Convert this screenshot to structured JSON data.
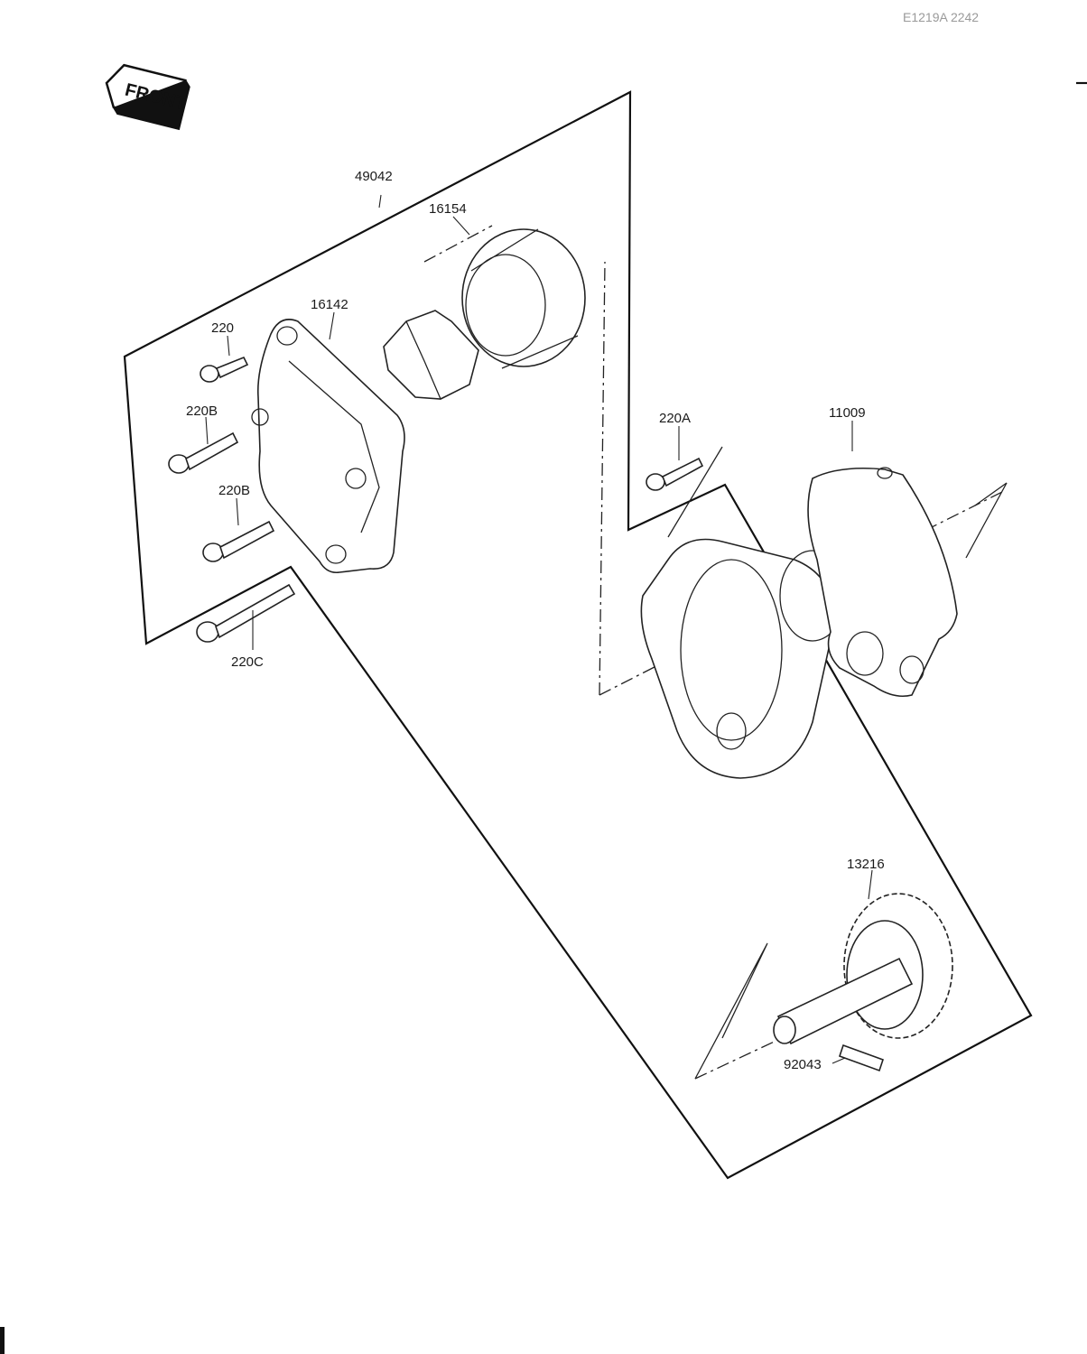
{
  "header": {
    "ref_code": "E1219A 2242"
  },
  "front_tag": {
    "text": "FRONT"
  },
  "labels": {
    "assembly": "49042",
    "rotor_outer": "16154",
    "cover": "16142",
    "bolt_a": "220",
    "bolt_b": "220B",
    "bolt_b2": "220B",
    "bolt_c": "220C",
    "bolt_220a": "220A",
    "gasket": "11009",
    "gear": "13216",
    "pin": "92043"
  }
}
